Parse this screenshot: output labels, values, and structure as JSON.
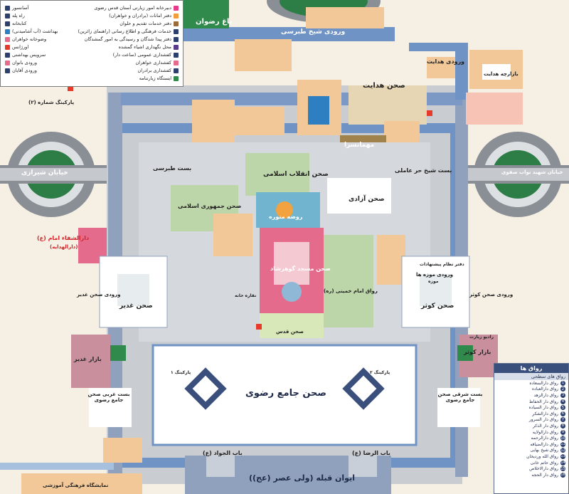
{
  "legend": {
    "items": [
      "دبیرخانه امور زیارتی آستان قدس رضوی",
      "دفتر امانات (برادران و خواهران)",
      "دفتر خدمات تقدیم و حلوان",
      "آسانسور",
      "خدمات فرهنگی و اطلاع رسانی (راهنمای زائرین)",
      "راه پله",
      "دفتر پیدا شدگان و رسیدگی به امور گمشدگان",
      "محل نگهداری اشیاء گمشده",
      "کتابخانه",
      "کفشداری عمومی (ساعت دار)",
      "بهداشت (آب آشامیدنی)",
      "وضوخانه خواهران",
      "کفشداری خواهران",
      "اورژانس",
      "کفشداری برادران",
      "سرویس بهداشتی",
      "ایستگاه زیارتنامه",
      "ورودی بانوان",
      "ورودی آقایان"
    ]
  },
  "places": {
    "bagh_rezvan": "باغ رضوان",
    "tabarsi_entrance": "ورودی شیخ طبرسی",
    "hedayat_entrance": "ورودی هدایت",
    "sahn_hedayat": "صحن هدایت",
    "hedayat_bazaar": "بازارچه هدایت",
    "mehmansara": "مهمانسرا",
    "bast_tabarsi": "بست طبرسی",
    "bast_horr_ameli": "بست شیخ حر عاملی",
    "sahn_enghelab": "صحن انقلاب اسلامی",
    "sahn_azadi": "صحن آزادی",
    "sahn_jomhouri": "صحن جمهوری اسلامی",
    "rowze": "روضه منوره",
    "darol_shafa": "دارالشفاء امام (ع)",
    "darol_shafa_sub": "(دارالهدایه)",
    "sahn_goharshad": "صحن مسجد گوهرشاد",
    "rawaq_khomeini": "رواق امام خمینی (ره)",
    "sahn_qods": "صحن قدس",
    "sahn_ghadir": "صحن غدیر",
    "sahn_kowsar": "صحن کوثر",
    "bazaar_ghadir": "بازار غدیر",
    "bazaar_kowsar": "بازار کوثر",
    "sahn_jame": "صحن جامع رضوی",
    "bast_gharbi": "بست غربی صحن جامع رضوی",
    "bast_sharghi": "بست شرقی صحن جامع رضوی",
    "bab_javad": "باب الجواد (ع)",
    "bab_reza": "باب الرضا (ع)",
    "iwan_qeble": "ایوان قبله (ولی عصر (عج))",
    "shirazi_street": "خیابان شیرازی",
    "navvab_street": "خیابان شهید نواب صفوی",
    "parking_shomareh": "پارکینگ شماره (۲)",
    "kowsar_entrance": "ورودی صحن کوثر",
    "ghadir_entrance": "ورودی صحن غدیر",
    "museum_entrance": "ورودی موزه ها",
    "radio": "رادیو زیارت",
    "parking_1": "پارکینگ ۱",
    "parking_2": "پارکینگ ۲",
    "naqareh": "نقاره خانه",
    "muzeh": "موزه",
    "dafter_shekayat": "دفتر نظام پیشنهادات",
    "cultural": "نمایشگاه فرهنگی آموزشی"
  },
  "porch_list": {
    "title": "رواق ها",
    "sub": "رواق های سطحی",
    "items": [
      "رواق دارالسعاده",
      "رواق دارالعباده",
      "رواق دارالزهد",
      "رواق دار الحفاظ",
      "رواق دار السیاده",
      "رواق دارالشکر",
      "رواق دار السرور",
      "رواق دار الذکر",
      "رواق دارالولایه",
      "رواق دارالرحمه",
      "رواق دارالضیافه",
      "رواق شیخ بهایی",
      "رواق الله وردیخان",
      "رواق حاتم خانی",
      "رواق دارالاخلاص",
      "رواق دار الحجه"
    ]
  },
  "colors": {
    "blue_corridor": "#5a7fb4",
    "courtyard_green": "#bcd4a8",
    "haram_pink": "#e46b8b",
    "tan_building": "#f2c898",
    "street_gray": "#b7bfc7",
    "grass": "#2f8a4c"
  }
}
